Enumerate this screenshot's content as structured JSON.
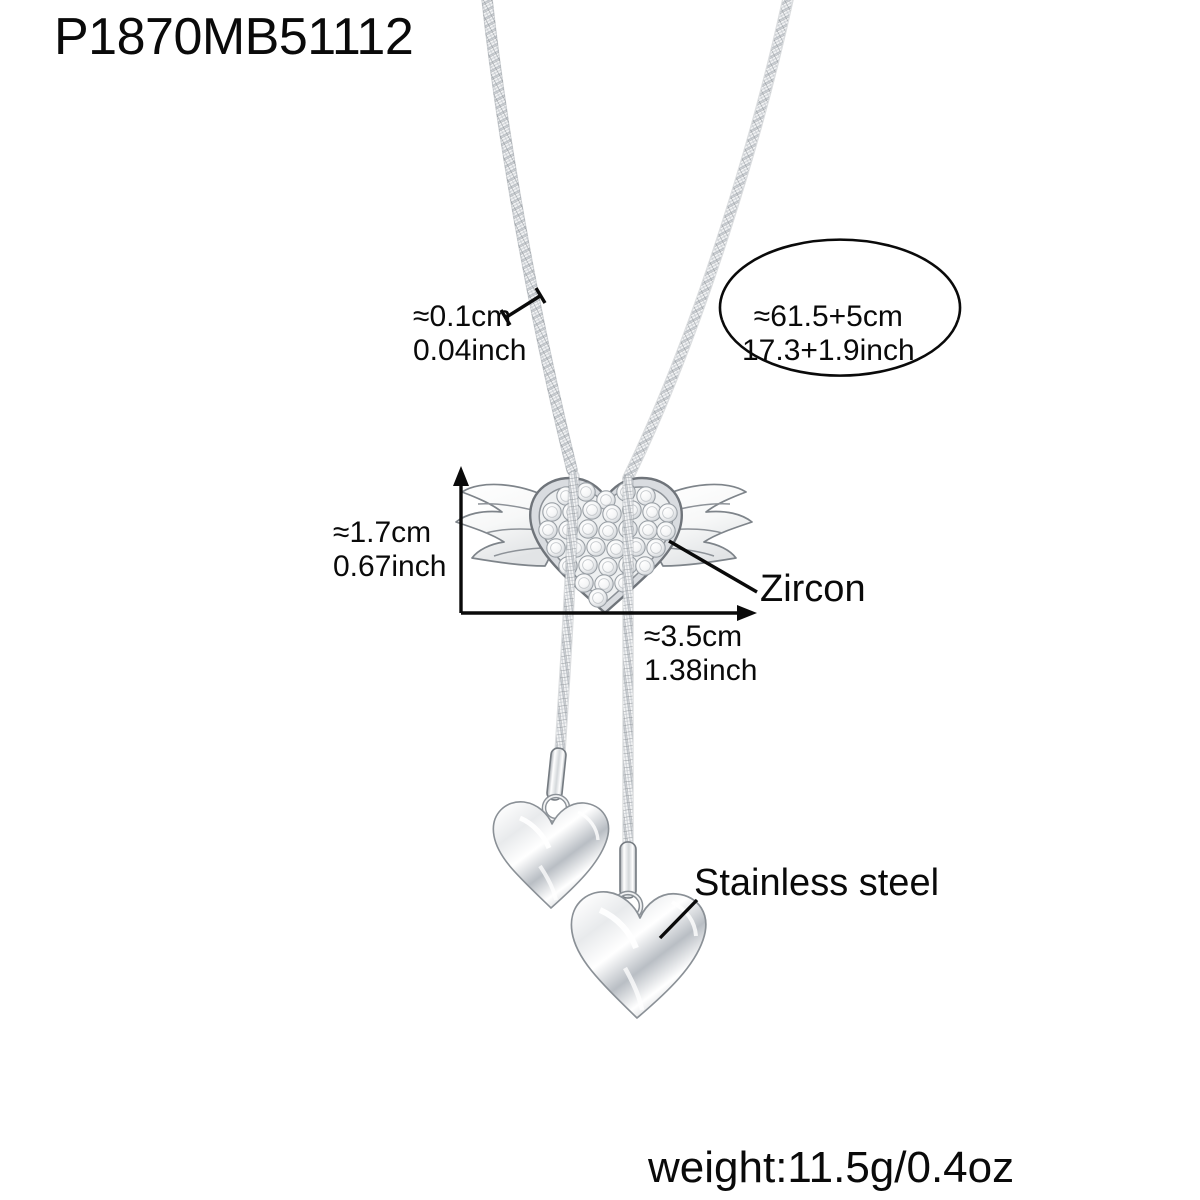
{
  "product": {
    "code": "P1870MB51112",
    "weight": "weight:11.5g/0.4oz"
  },
  "annotations": {
    "chain_thickness": "≈0.1cm\n0.04inch",
    "chain_length": "≈61.5+5cm\n17.3+1.9inch",
    "pendant_height": "≈1.7cm\n0.67inch",
    "pendant_width": "≈3.5cm\n1.38inch",
    "material_stone": "Zircon",
    "material_metal": "Stainless steel"
  },
  "colors": {
    "background": "#ffffff",
    "text": "#0a0a0a",
    "metal_light": "#fdfdfd",
    "metal_mid": "#c9ccd1",
    "metal_dark": "#8e9399",
    "outline": "#6f747a"
  },
  "icons": {
    "chain": "snake-chain",
    "pendant": "winged-heart-pendant",
    "charm": "puffy-heart-charm",
    "caliper": "caliper-marker",
    "dimension": "dimension-arrow"
  }
}
